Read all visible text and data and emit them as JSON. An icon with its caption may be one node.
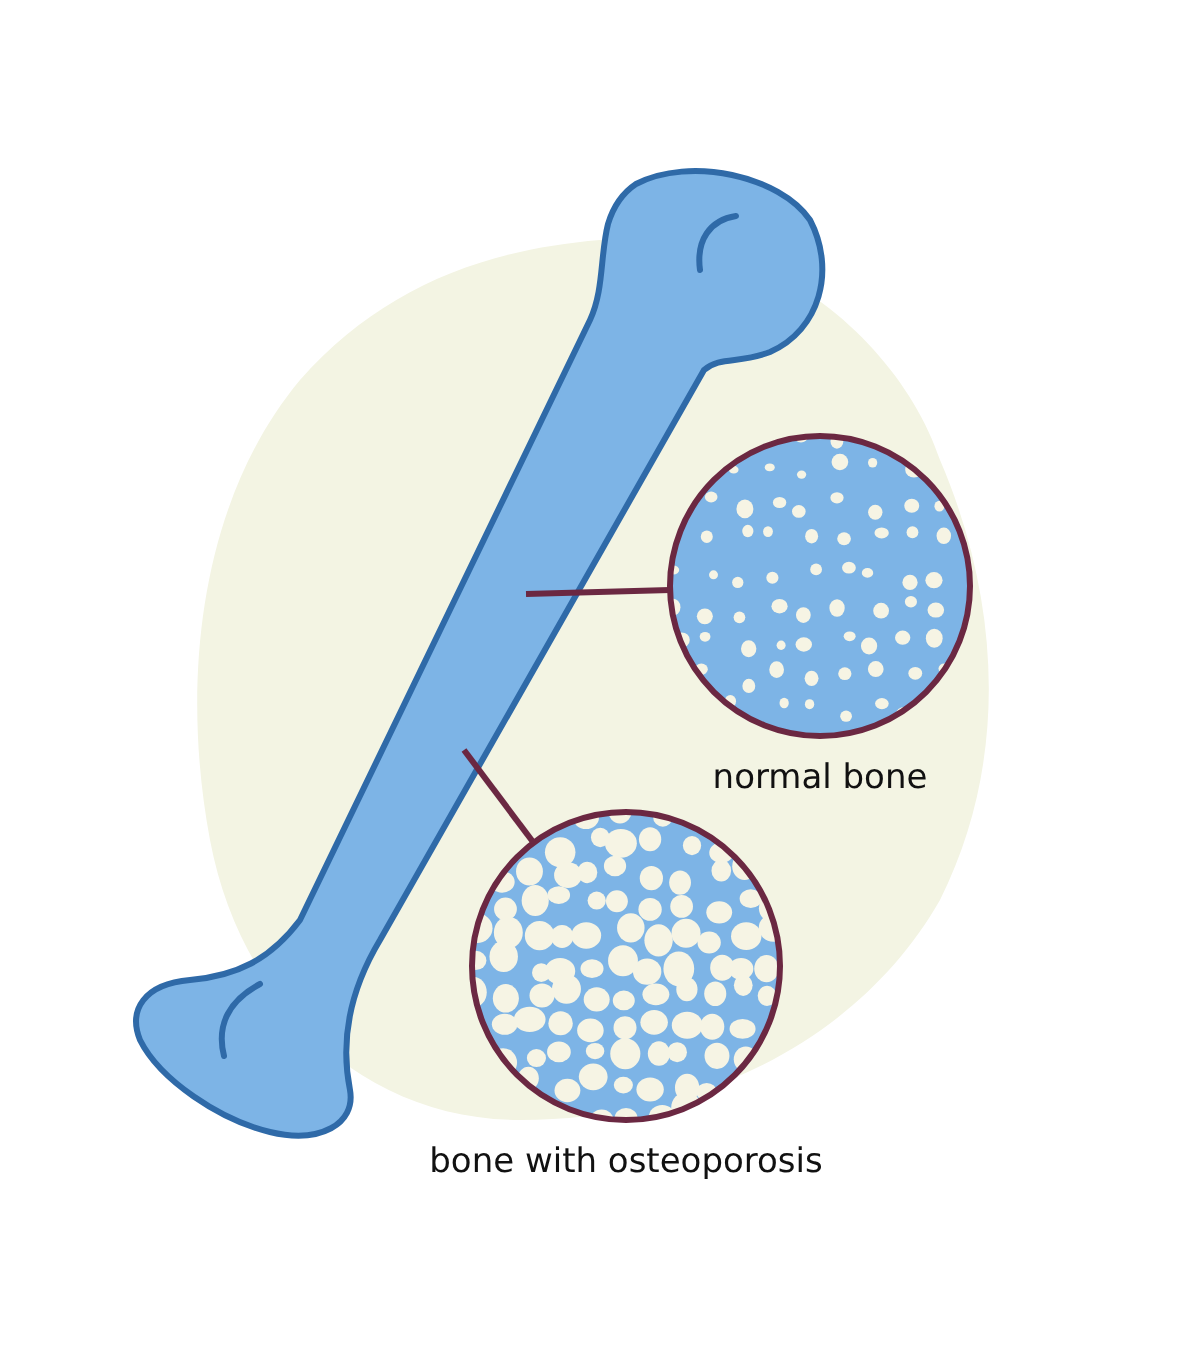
{
  "diagram": {
    "nodes": [
      {
        "text": [],
        "shape": "picture"
      },
      {
        "text": [
          "normal bone"
        ]
      },
      {
        "text": [
          "bone with osteoporosis"
        ]
      }
    ],
    "edges": [
      {
        "from": 1,
        "to": 0,
        "arrow": "none"
      },
      {
        "from": 2,
        "to": 0,
        "arrow": "none"
      }
    ]
  }
}
